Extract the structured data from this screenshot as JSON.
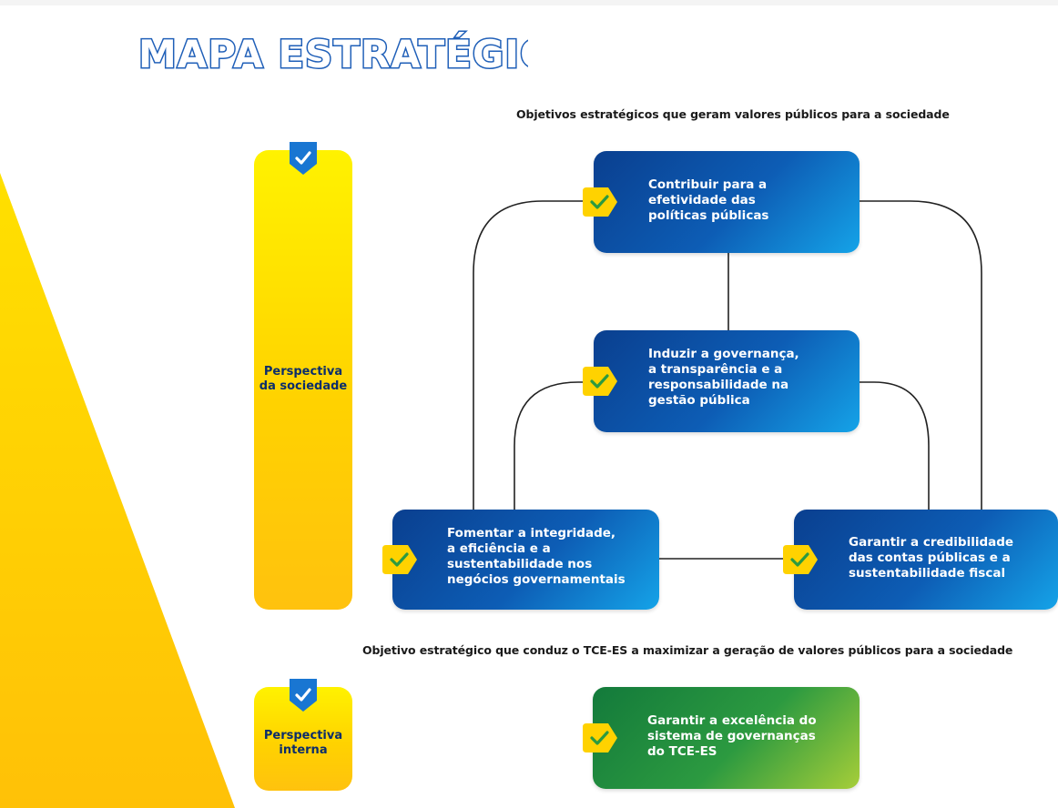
{
  "title": "MAPA ESTRATÉGICO",
  "section_society": {
    "heading": "Objetivos estratégicos que geram valores públicos para a sociedade",
    "perspective_label": "Perspectiva\nda sociedade",
    "objectives": [
      {
        "text": "Contribuir para a\nefetividade das\npolíticas públicas"
      },
      {
        "text": "Induzir a governança,\na transparência e a\nresponsabilidade na\ngestão pública"
      },
      {
        "text": "Fomentar a integridade,\na eficiência e a\nsustentabilidade nos\nnegócios governamentais"
      },
      {
        "text": "Garantir a credibilidade\ndas contas públicas e a\nsustentabilidade fiscal"
      }
    ]
  },
  "section_internal": {
    "heading": "Objetivo estratégico que conduz o TCE-ES a maximizar a geração de valores públicos para a sociedade",
    "perspective_label": "Perspectiva\ninterna",
    "objectives": [
      {
        "text": "Garantir a excelência do\nsistema de governanças\ndo TCE-ES"
      }
    ]
  },
  "colors": {
    "title_blue": "#1f5fb8",
    "yellow": "#ffd200",
    "blue": "#0d5db5",
    "green": "#2c9a40"
  },
  "icons": [
    "shield-check-icon",
    "check-tag-icon"
  ]
}
